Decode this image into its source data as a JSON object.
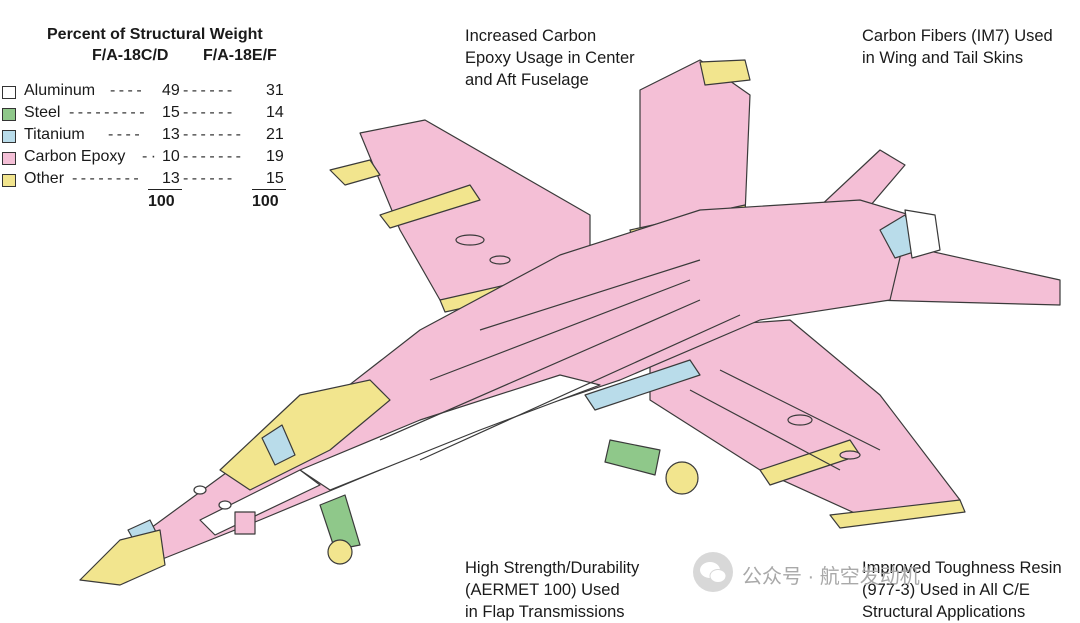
{
  "legend": {
    "title": "Percent of Structural Weight",
    "col_a": "F/A-18C/D",
    "col_b": "F/A-18E/F",
    "rows": [
      {
        "material": "Aluminum",
        "a": "49",
        "b": "31",
        "color": "#ffffff"
      },
      {
        "material": "Steel",
        "a": "15",
        "b": "14",
        "color": "#8fc88a"
      },
      {
        "material": "Titanium",
        "a": "13",
        "b": "21",
        "color": "#b9dcea"
      },
      {
        "material": "Carbon Epoxy",
        "a": "10",
        "b": "19",
        "color": "#f4bfd6"
      },
      {
        "material": "Other",
        "a": "13",
        "b": "15",
        "color": "#f2e58e"
      }
    ],
    "total_a": "100",
    "total_b": "100"
  },
  "notes": {
    "center_fuselage": "Increased Carbon\nEpoxy Usage in Center\nand Aft Fuselage",
    "wing_tail": "Carbon Fibers (IM7) Used\nin Wing and Tail Skins",
    "flap": "High Strength/Durability\n(AERMET 100) Used\nin Flap Transmissions",
    "resin": "Improved Toughness Resin\n(977-3) Used in All C/E\nStructural Applications"
  },
  "watermark": "公众号 · 航空发动机",
  "colors": {
    "carbon": "#f4bfd6",
    "other": "#f2e58e",
    "steel": "#8fc88a",
    "titanium": "#b9dcea",
    "aluminum": "#ffffff",
    "outline": "#3a3a3a"
  }
}
